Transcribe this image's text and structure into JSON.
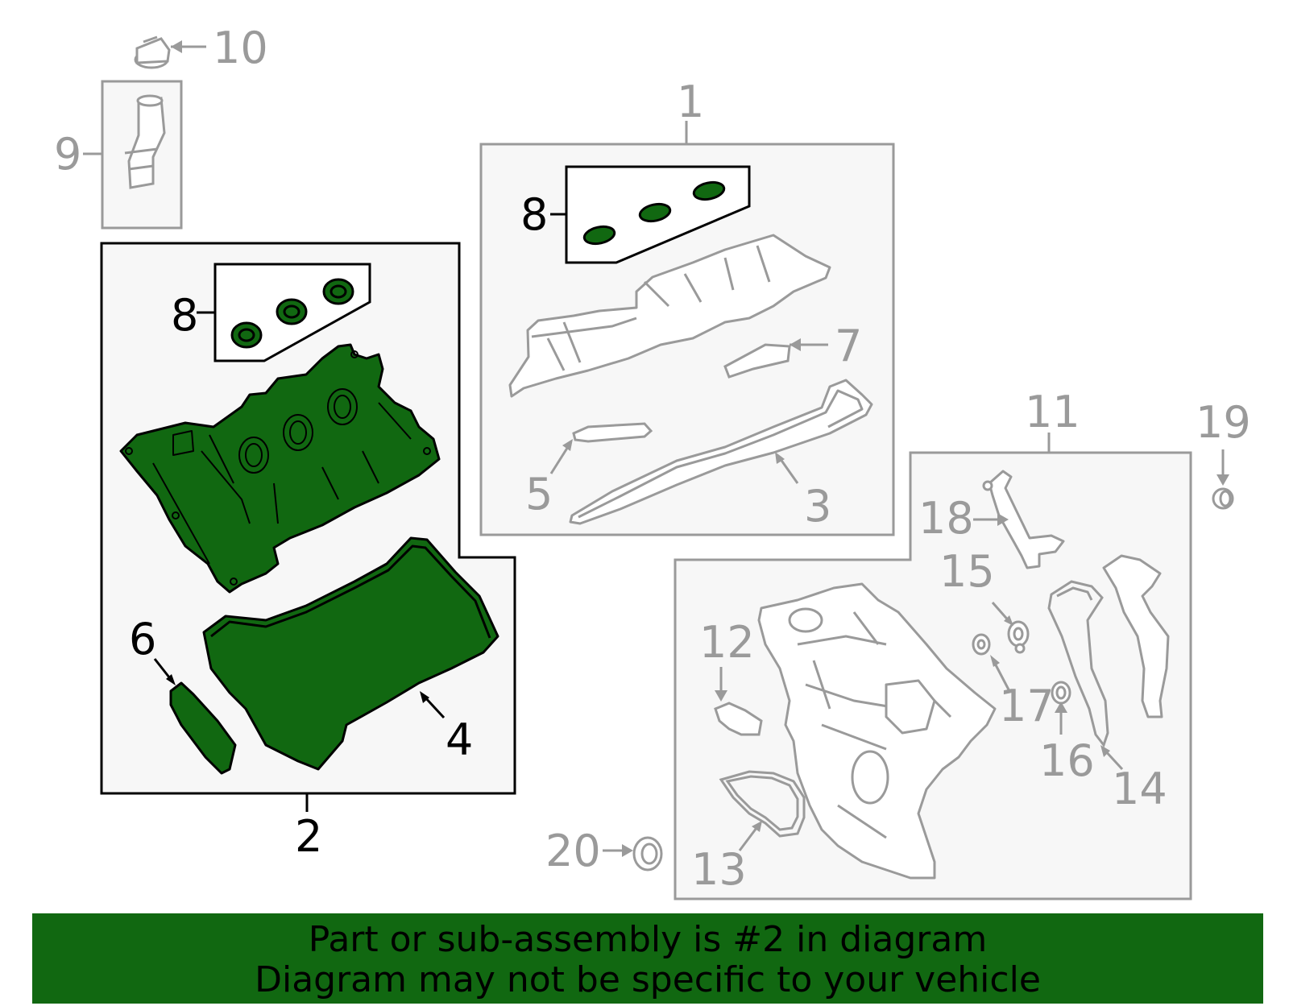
{
  "callouts": {
    "n1": "1",
    "n2": "2",
    "n3": "3",
    "n4": "4",
    "n5": "5",
    "n6": "6",
    "n7": "7",
    "n8a": "8",
    "n8b": "8",
    "n9": "9",
    "n10": "10",
    "n11": "11",
    "n12": "12",
    "n13": "13",
    "n14": "14",
    "n15": "15",
    "n16": "16",
    "n17": "17",
    "n18": "18",
    "n19": "19",
    "n20": "20"
  },
  "banner": {
    "line1": "Part or sub-assembly is #2 in diagram",
    "line2": "Diagram may not be specific to your vehicle"
  },
  "colors": {
    "highlight": "#116811",
    "part_outline": "#9a9a9a",
    "box_fill": "#f7f7f7"
  }
}
